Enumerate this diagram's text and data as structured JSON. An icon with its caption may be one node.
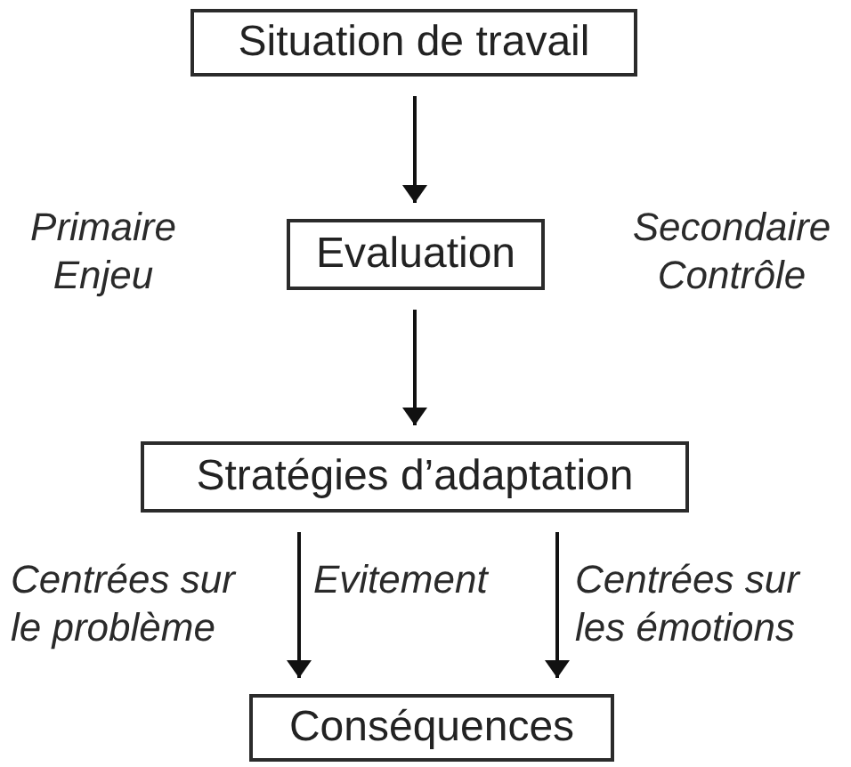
{
  "diagram": {
    "nodes": [
      {
        "text": [
          "Situation de travail"
        ]
      },
      {
        "text": [
          "Evaluation"
        ]
      },
      {
        "text": [
          "Stratégies d’adaptation"
        ]
      },
      {
        "text": [
          "Conséquences"
        ]
      }
    ],
    "edges": [
      {
        "from": 0,
        "to": 1,
        "arrow": "to"
      },
      {
        "from": 1,
        "to": 2,
        "arrow": "to"
      },
      {
        "from": 2,
        "to": 3,
        "arrow": "to",
        "label": "Centrées sur le problème"
      },
      {
        "from": 2,
        "to": 3,
        "arrow": "to",
        "label": "Centrées sur les émotions"
      }
    ],
    "labels": [
      "Primaire Enjeu",
      "Secondaire Contrôle",
      "Evitement"
    ]
  }
}
